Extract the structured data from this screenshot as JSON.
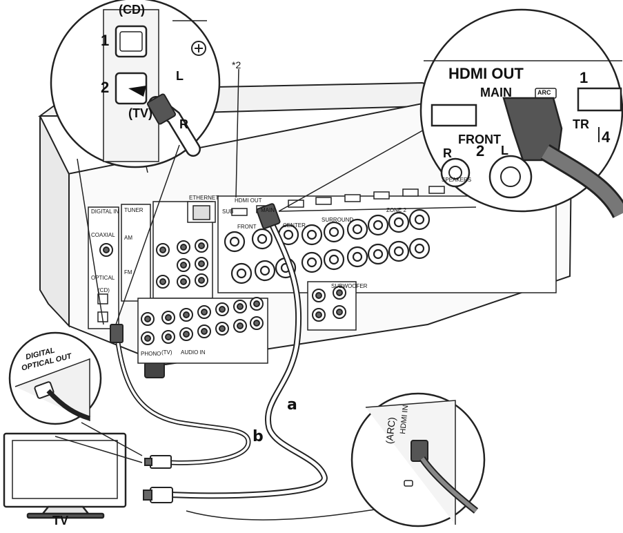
{
  "receiver_panel": {
    "hdmi_out": "HDMI OUT",
    "main": "MAIN",
    "sub": "SUB",
    "zone2": "ZONE 2",
    "front": "FRONT",
    "subwoofer": "SUBWOOFER",
    "ethernet": "ETHERNET",
    "digital_in": "DIGITAL IN",
    "optical": "OPTICAL",
    "coaxial": "COAXIAL",
    "tuner": "TUNER",
    "am": "AM",
    "fm": "FM",
    "audio_in": "AUDIO IN",
    "phono": "PHONO",
    "tv_port": "(TV)",
    "cd_port": "(CD)",
    "speakers": "SPEAKERS",
    "surround": "SURROUND",
    "center": "CENTER"
  },
  "zoom_optical": {
    "port1": "1",
    "port2": "2",
    "cd_label": "(CD)",
    "tv_label": "(TV)",
    "L": "L",
    "R": "R"
  },
  "zoom_hdmi": {
    "title": "HDMI OUT",
    "main": "MAIN",
    "arc": "ARC",
    "port1": "1",
    "front": "FRONT",
    "num2": "2",
    "R": "R",
    "L": "L",
    "num4": "4",
    "tr": "TR"
  },
  "zoom_tv_optical": {
    "line1": "DIGITAL",
    "line2": "OPTICAL OUT"
  },
  "zoom_tv_hdmi": {
    "arc": "(ARC)",
    "hdmi_in": "HDMI IN"
  },
  "footnote": "*2",
  "cable_a": "a",
  "cable_b": "b",
  "tv": "TV"
}
